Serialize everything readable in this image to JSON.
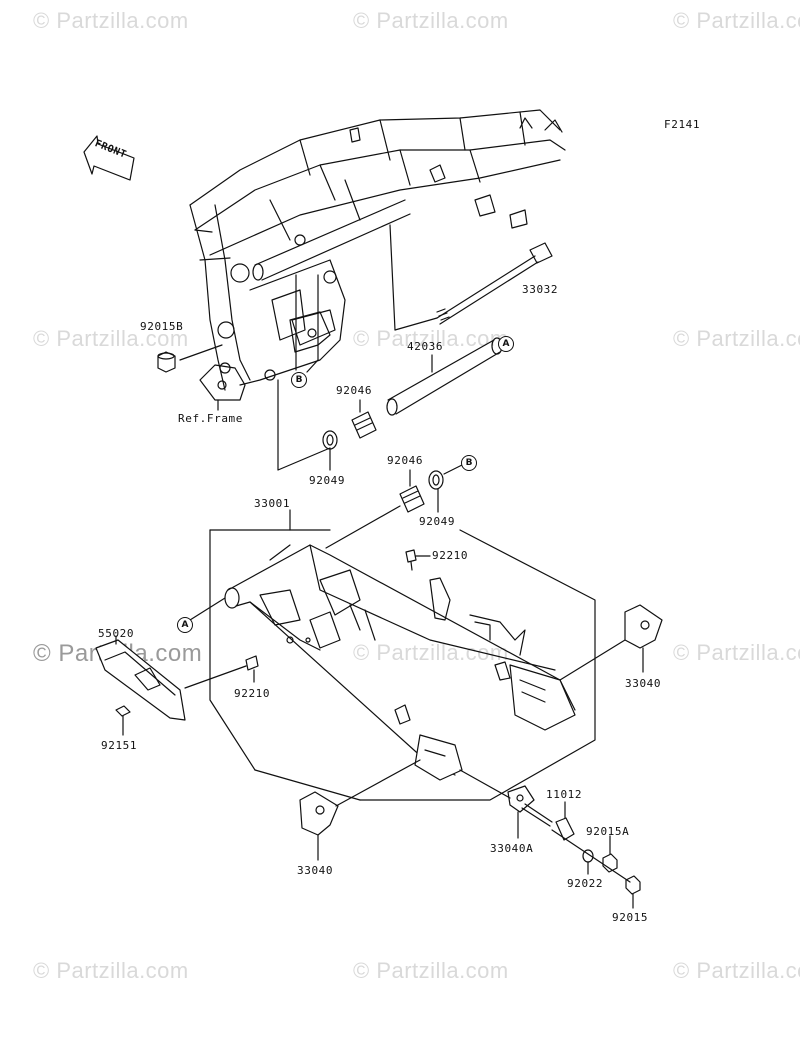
{
  "diagram": {
    "figure_code": "F2141",
    "front_label": "FRONT",
    "ref_frame_label": "Ref.Frame",
    "watermark_text": "© Partzilla.com",
    "watermark_logo_text": "© Partzilla.com",
    "callouts": {
      "a": "A",
      "b": "B"
    },
    "parts": {
      "p33032": "33032",
      "p92015B": "92015B",
      "p42036": "42036",
      "p92046_upper": "92046",
      "p92049_upper": "92049",
      "p92046_lower": "92046",
      "p92049_lower": "92049",
      "p33001": "33001",
      "p92210_right": "92210",
      "p55020": "55020",
      "p92210_left": "92210",
      "p92151": "92151",
      "p33040_right": "33040",
      "p11012": "11012",
      "p92015A": "92015A",
      "p33040A": "33040A",
      "p92022": "92022",
      "p33040_left": "33040",
      "p92015": "92015"
    },
    "colors": {
      "line": "#111111",
      "watermark": "#d9d9d9",
      "logo_watermark": "#9a9a9a"
    }
  }
}
